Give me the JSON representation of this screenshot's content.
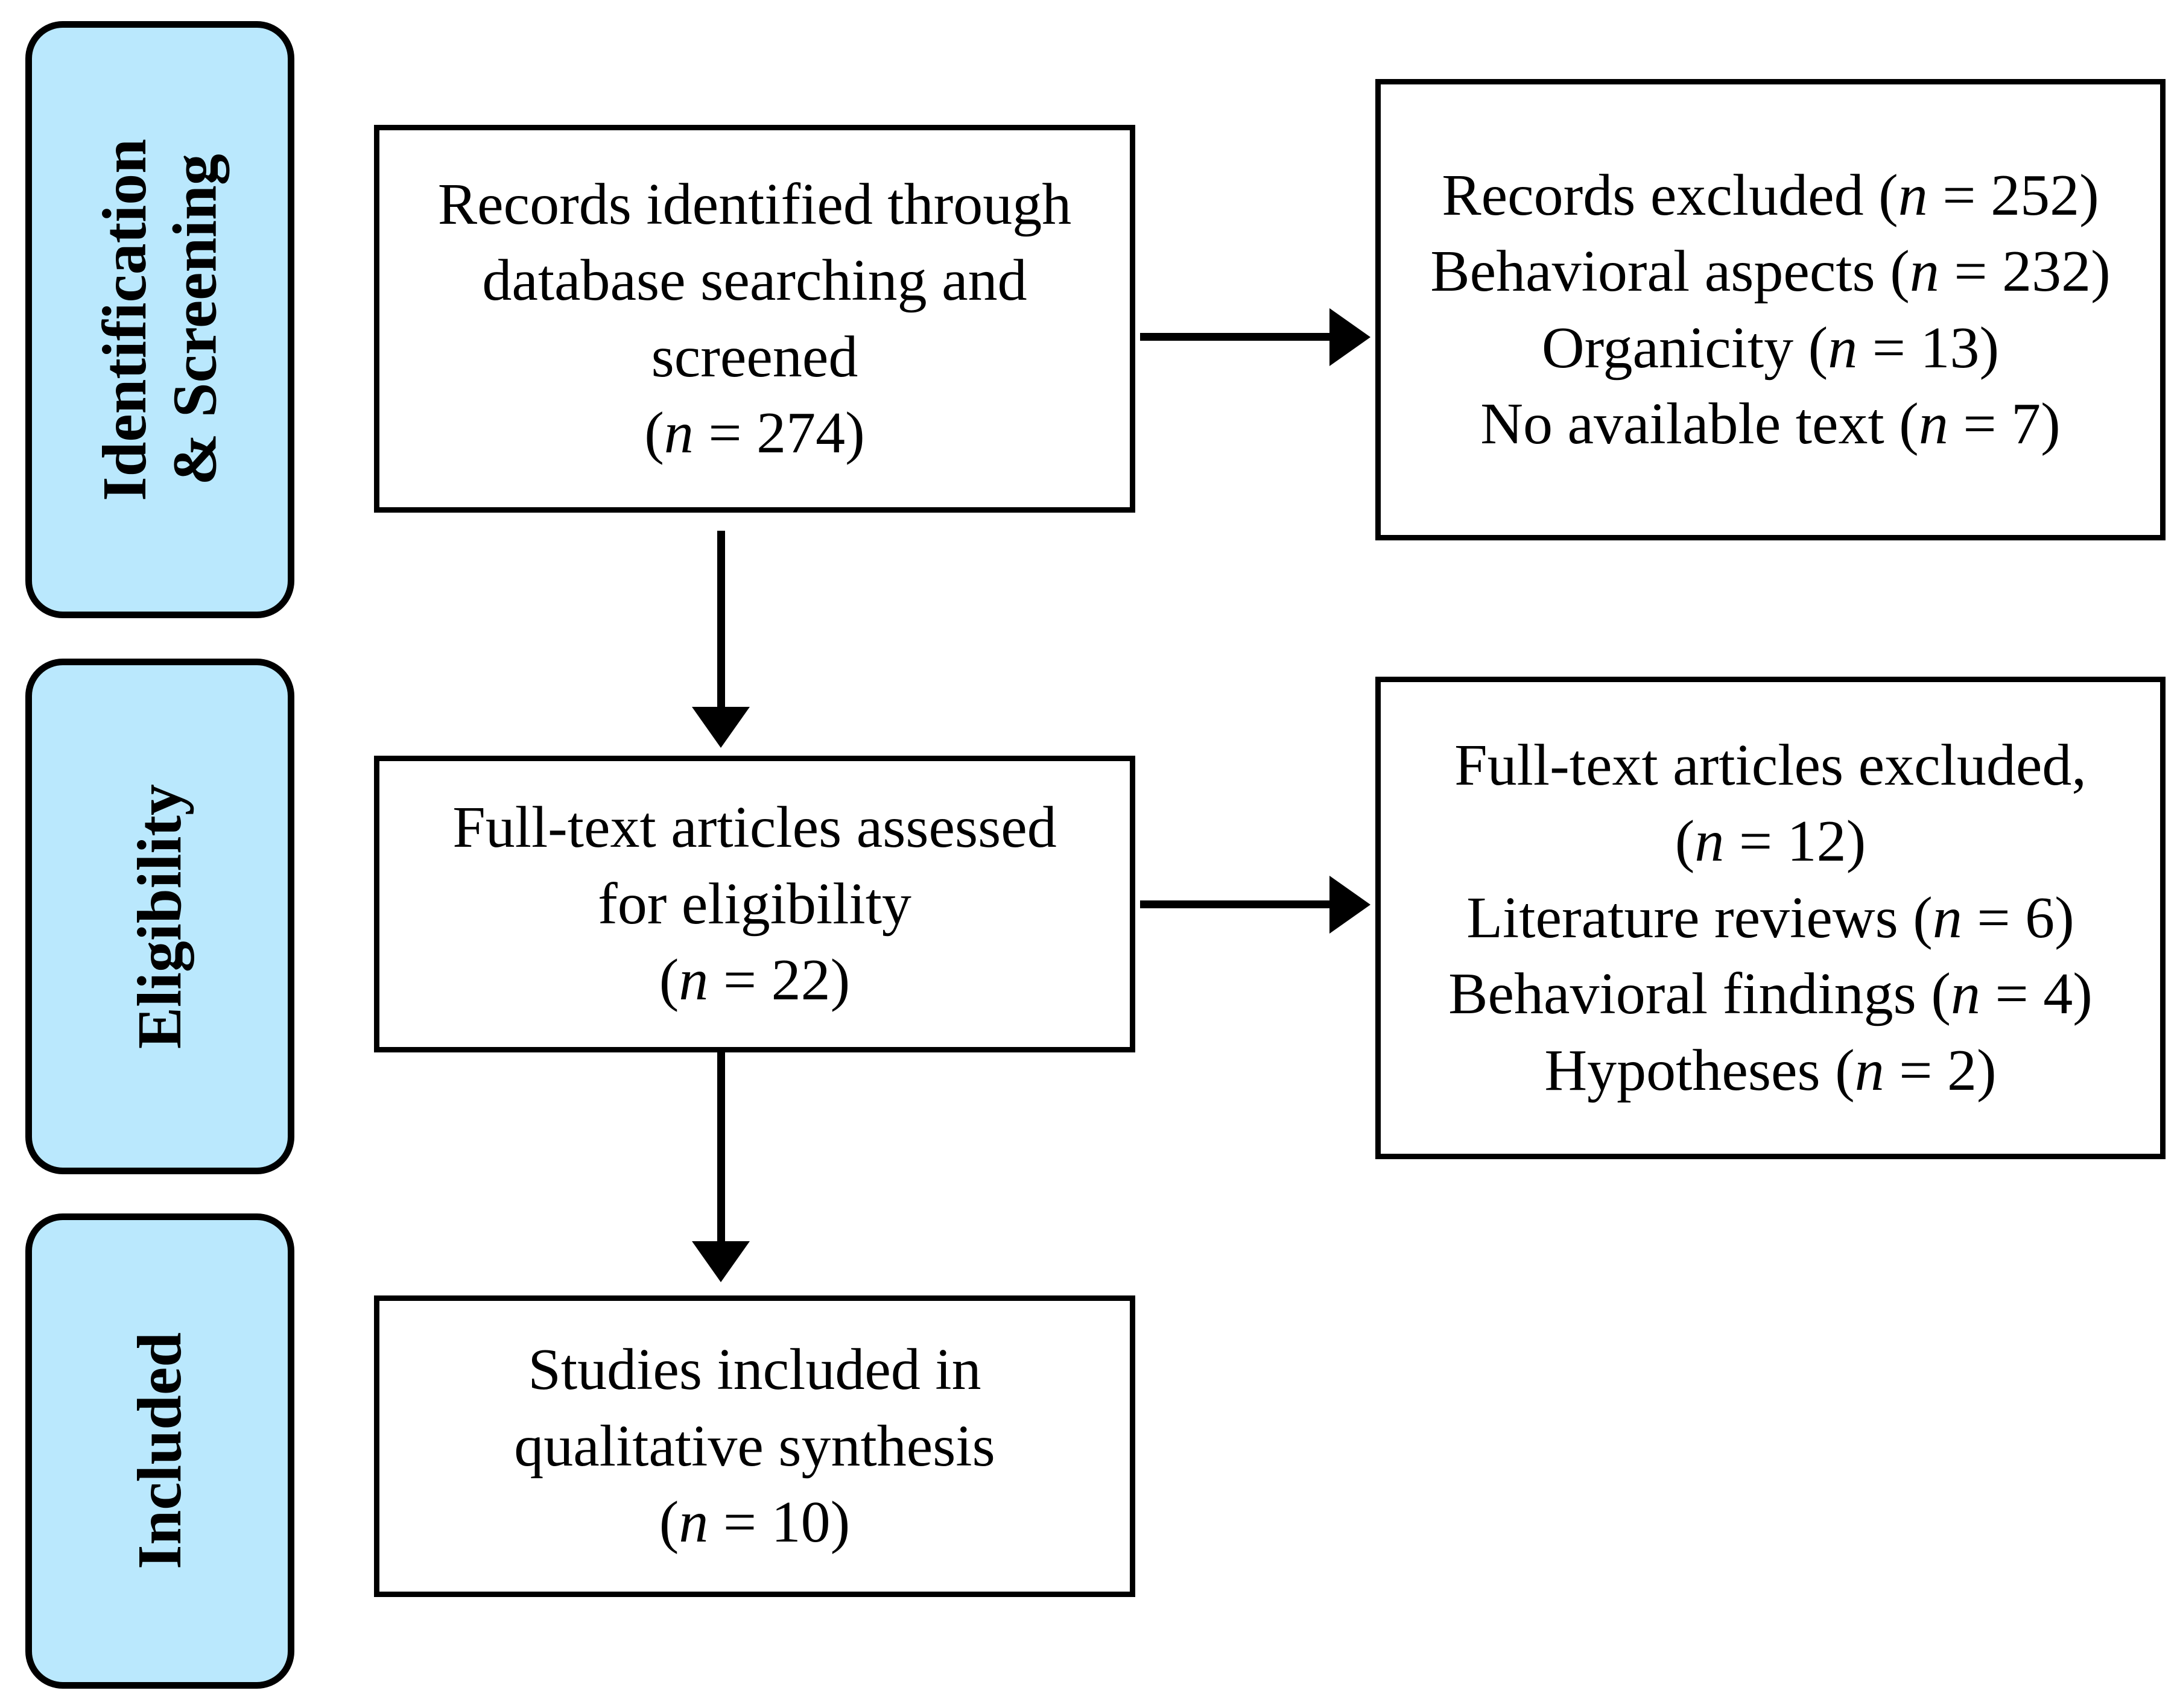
{
  "diagram": {
    "type": "prisma-flow-diagram",
    "accent_color": "#BAE8FD",
    "line_color": "#000000",
    "background_color": "#FFFFFF"
  },
  "stages": [
    {
      "id": "identification-screening",
      "label": "Identification\n& Screening"
    },
    {
      "id": "eligibility",
      "label": "Eligibility"
    },
    {
      "id": "included",
      "label": "Included"
    }
  ],
  "flow_boxes": {
    "identified": {
      "id": "records-identified",
      "lines": [
        "Records identified through",
        "database searching and",
        "screened",
        "(n = 274)"
      ],
      "n": 274
    },
    "records_excluded": {
      "id": "records-excluded",
      "lines": [
        "Records excluded (n = 252)",
        "Behavioral aspects (n = 232)",
        "Organicity (n = 13)",
        "No available text (n = 7)"
      ],
      "total_n": 252,
      "reasons": [
        {
          "label": "Behavioral aspects",
          "n": 232
        },
        {
          "label": "Organicity",
          "n": 13
        },
        {
          "label": "No available text",
          "n": 7
        }
      ]
    },
    "fulltext_assessed": {
      "id": "fulltext-assessed",
      "lines": [
        "Full-text articles assessed",
        "for eligibility",
        "(n = 22)"
      ],
      "n": 22
    },
    "fulltext_excluded": {
      "id": "fulltext-excluded",
      "lines": [
        "Full-text articles excluded,",
        "(n = 12)",
        "Literature reviews (n = 6)",
        "Behavioral findings (n = 4)",
        "Hypotheses (n = 2)"
      ],
      "total_n": 12,
      "reasons": [
        {
          "label": "Literature reviews",
          "n": 6
        },
        {
          "label": "Behavioral findings",
          "n": 4
        },
        {
          "label": "Hypotheses",
          "n": 2
        }
      ]
    },
    "studies_included": {
      "id": "studies-included",
      "lines": [
        "Studies included in",
        "qualitative synthesis",
        "(n = 10)"
      ],
      "n": 10
    }
  },
  "arrows": [
    {
      "id": "identified-to-fulltext",
      "direction": "down"
    },
    {
      "id": "identified-to-records-excluded",
      "direction": "right"
    },
    {
      "id": "fulltext-to-included",
      "direction": "down"
    },
    {
      "id": "fulltext-to-fulltext-excluded",
      "direction": "right"
    }
  ]
}
